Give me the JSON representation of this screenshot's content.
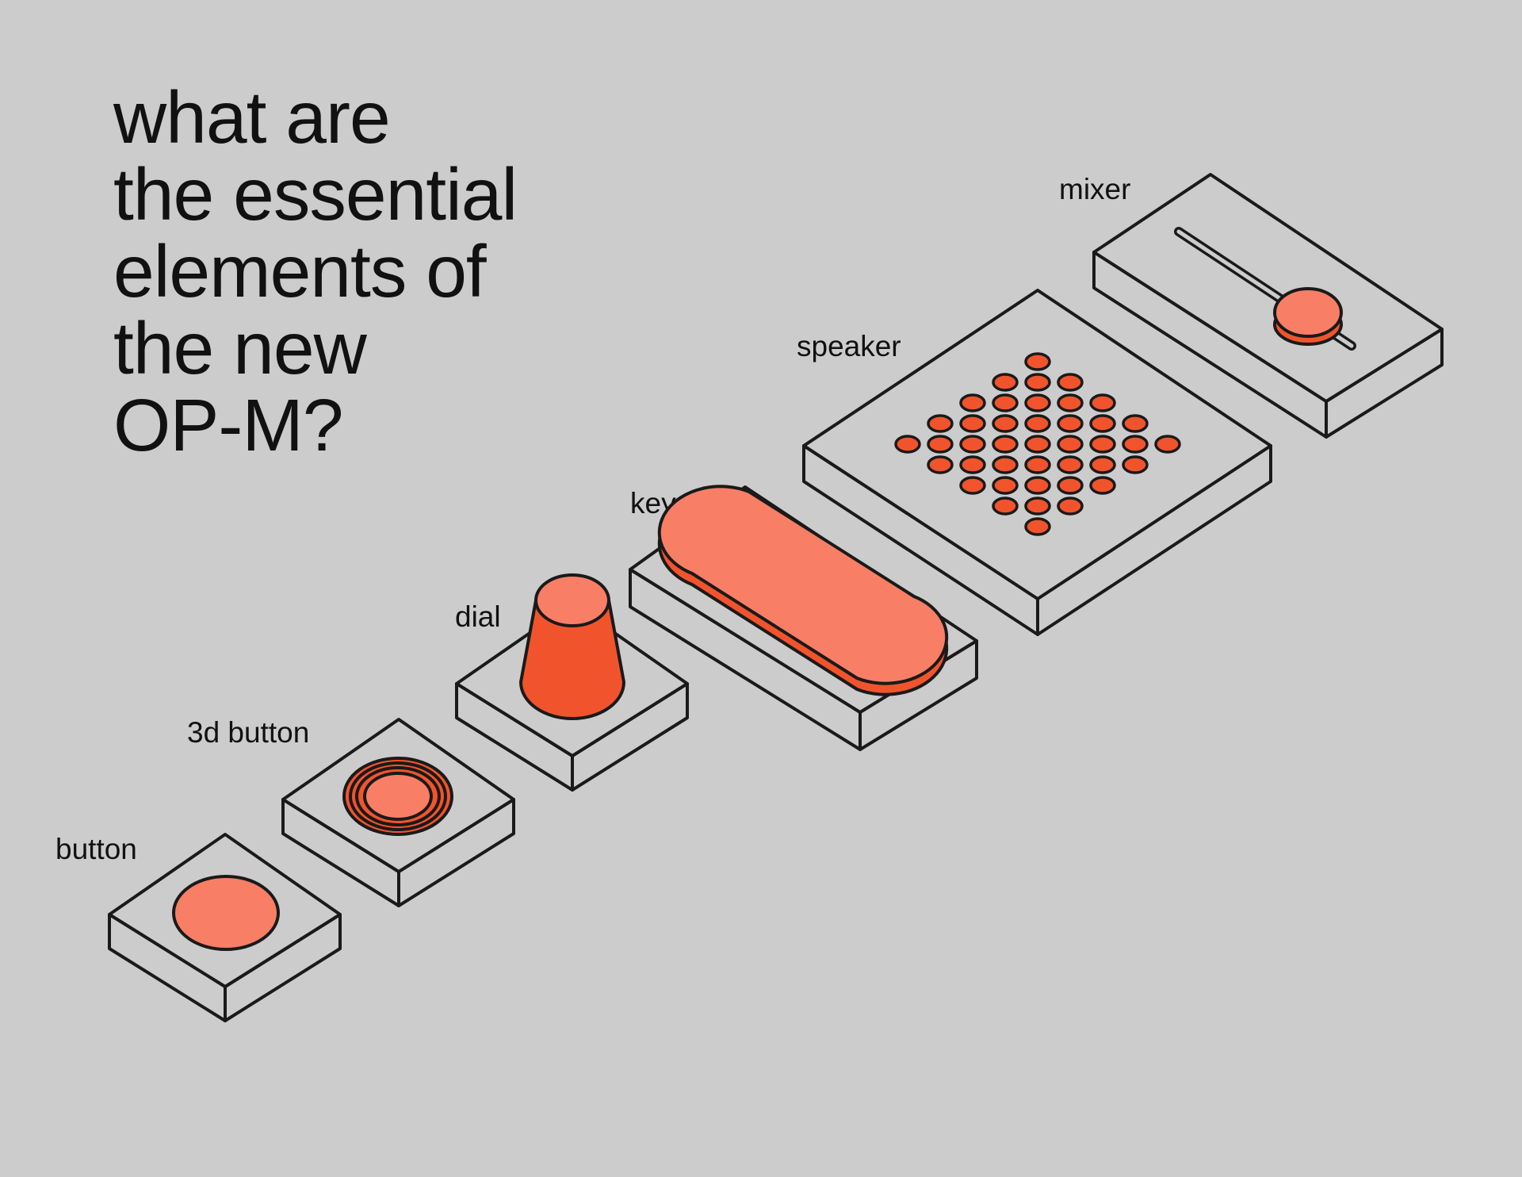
{
  "headline": {
    "lines": [
      "what are",
      "the essential",
      "elements of",
      "the new",
      "OP-M?"
    ]
  },
  "labels": {
    "button": "button",
    "button_3d": "3d button",
    "dial": "dial",
    "key": "key",
    "speaker": "speaker",
    "mixer": "mixer"
  },
  "colors": {
    "background": "#cccccc",
    "outline": "#1a1a1a",
    "orange_top": "#f97e66",
    "orange_side": "#f1542c"
  }
}
